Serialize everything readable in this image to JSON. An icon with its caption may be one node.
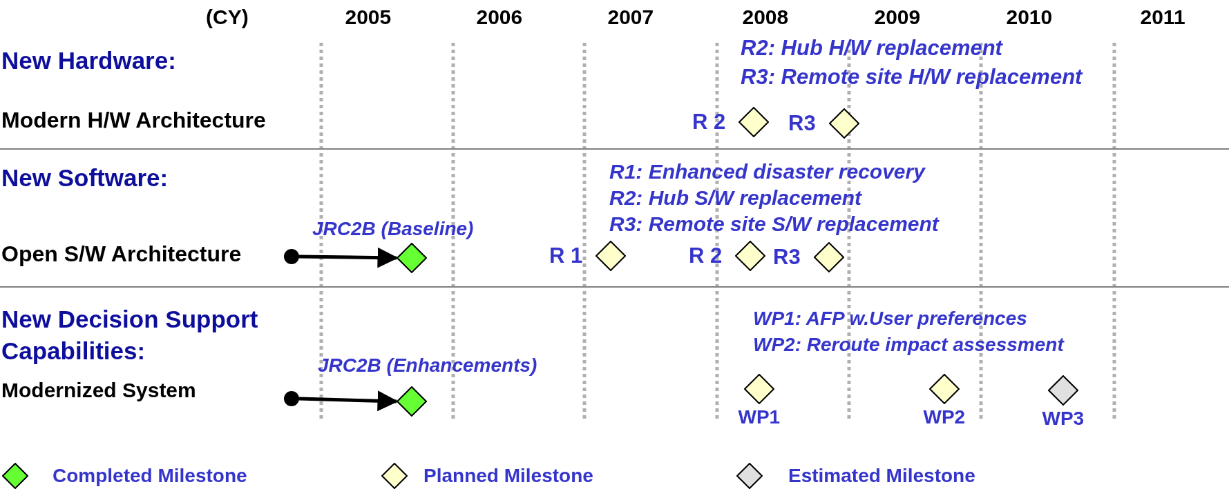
{
  "diagram": {
    "nodes": [
      {
        "text": [],
        "shape": "diamond",
        "beside": [
          "R 2"
        ]
      },
      {
        "text": [],
        "shape": "diamond",
        "beside": [
          "R3"
        ]
      },
      {
        "text": [],
        "shape": "circle"
      },
      {
        "text": [],
        "shape": "diamond"
      },
      {
        "text": [],
        "shape": "diamond",
        "beside": [
          "R 1"
        ]
      },
      {
        "text": [],
        "shape": "diamond",
        "beside": [
          "R 2"
        ]
      },
      {
        "text": [],
        "shape": "diamond",
        "beside": [
          "R3"
        ]
      },
      {
        "text": [],
        "shape": "circle"
      },
      {
        "text": [],
        "shape": "diamond"
      },
      {
        "text": [],
        "shape": "diamond",
        "beside": [
          "WP1"
        ]
      },
      {
        "text": [],
        "shape": "diamond",
        "beside": [
          "WP2"
        ]
      },
      {
        "text": [],
        "shape": "diamond",
        "beside": [
          "WP3"
        ]
      }
    ],
    "edges": [
      {
        "from": 2,
        "to": 3,
        "arrow": "to",
        "label": "JRC2B (Baseline)"
      },
      {
        "from": 7,
        "to": 8,
        "arrow": "to",
        "label": "JRC2B (Enhancements)"
      }
    ],
    "labels": [
      "(CY)",
      "2005",
      "2006",
      "2007",
      "2008",
      "2009",
      "2010",
      "2011",
      "New Hardware:",
      "R2: Hub H/W replacement",
      "R3: Remote site H/W replacement",
      "Modern H/W Architecture",
      "New Software:",
      "R1: Enhanced disaster recovery",
      "R2: Hub S/W replacement",
      "R3: Remote site S/W replacement",
      "Open S/W Architecture",
      "New Decision Support Capabilities:",
      "WP1: AFP w.User preferences",
      "WP2: Reroute impact assessment",
      "Modernized System"
    ],
    "legend": [
      {
        "text": "Completed Milestone",
        "color": "#66ff33"
      },
      {
        "text": "Planned Milestone",
        "color": "#ffffcc"
      },
      {
        "text": "Estimated Milestone",
        "color": "#e0e0e0"
      }
    ]
  }
}
